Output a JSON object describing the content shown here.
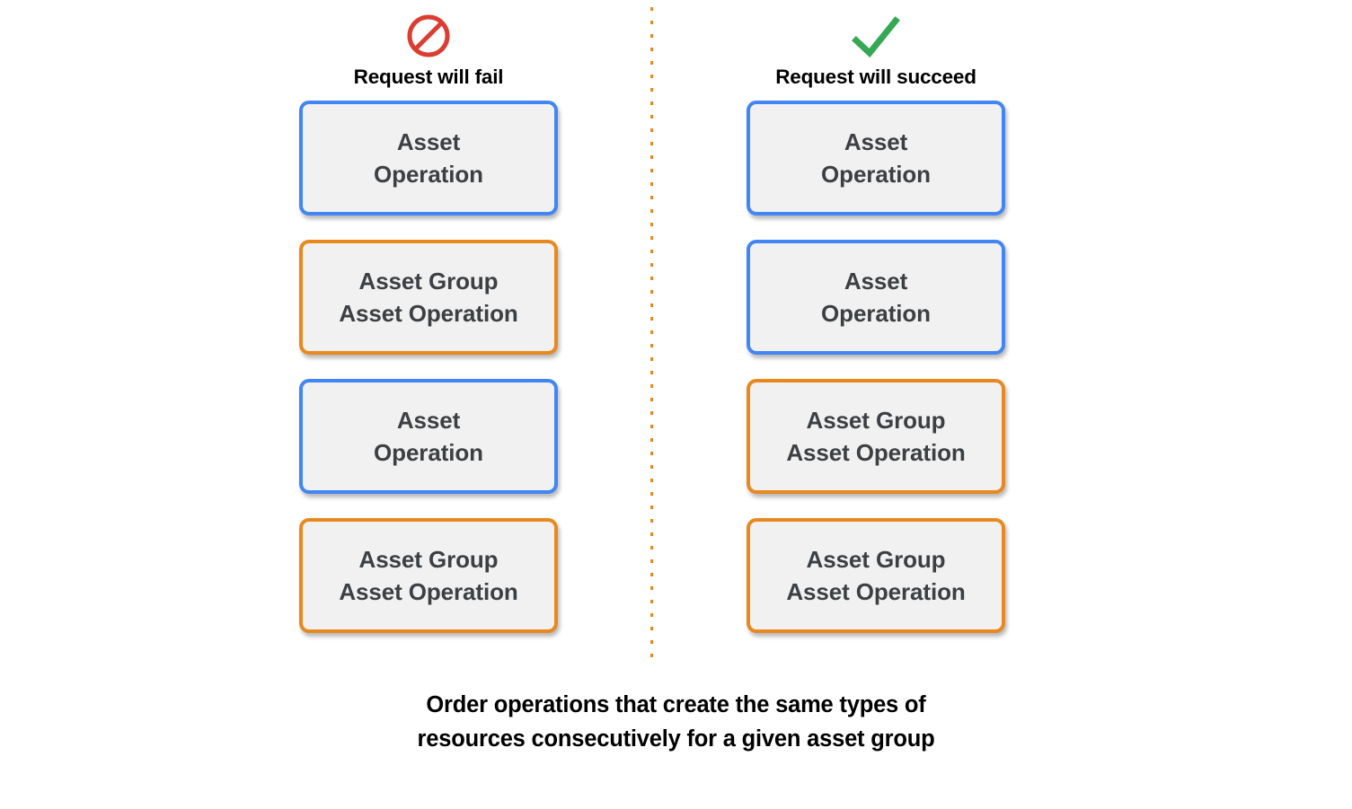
{
  "colors": {
    "blue_border": "#4285F4",
    "orange_border": "#E8891F",
    "box_fill": "#F1F1F1",
    "box_text": "#3C4043",
    "fail_icon": "#DC3C31",
    "success_icon": "#34A853",
    "divider": "#E8891F",
    "background": "#FFFFFF",
    "heading_text": "#000000"
  },
  "diagram": {
    "columns": [
      {
        "id": "fail",
        "icon": "prohibited-icon",
        "title": "Request will fail",
        "boxes": [
          {
            "label": "Asset\nOperation",
            "type": "asset-operation",
            "border": "blue"
          },
          {
            "label": "Asset Group\nAsset Operation",
            "type": "asset-group-asset-operation",
            "border": "orange"
          },
          {
            "label": "Asset\nOperation",
            "type": "asset-operation",
            "border": "blue"
          },
          {
            "label": "Asset Group\nAsset Operation",
            "type": "asset-group-asset-operation",
            "border": "orange"
          }
        ]
      },
      {
        "id": "succeed",
        "icon": "checkmark-icon",
        "title": "Request will succeed",
        "boxes": [
          {
            "label": "Asset\nOperation",
            "type": "asset-operation",
            "border": "blue"
          },
          {
            "label": "Asset\nOperation",
            "type": "asset-operation",
            "border": "blue"
          },
          {
            "label": "Asset Group\nAsset Operation",
            "type": "asset-group-asset-operation",
            "border": "orange"
          },
          {
            "label": "Asset Group\nAsset Operation",
            "type": "asset-group-asset-operation",
            "border": "orange"
          }
        ]
      }
    ],
    "caption": "Order operations that create the same types of\nresources consecutively for a given asset group"
  }
}
